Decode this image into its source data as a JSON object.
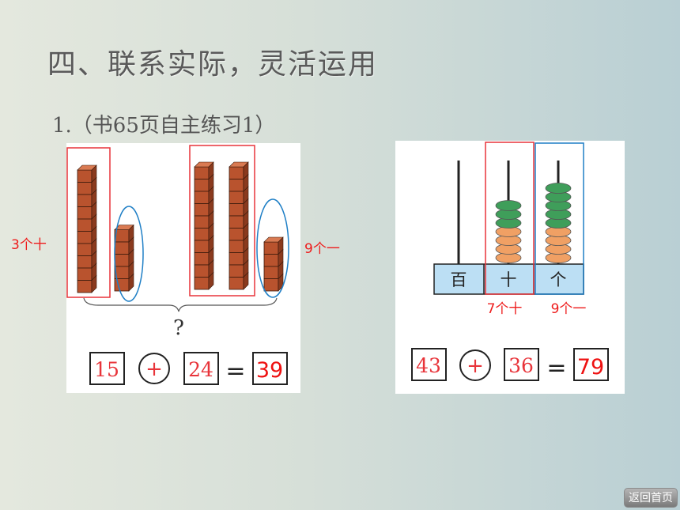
{
  "slide": {
    "title": "四、联系实际，灵活运用",
    "subtitle": "1.（书65页自主练习1）"
  },
  "left_problem": {
    "tens_note": "3个十",
    "ones_note": "9个一",
    "question_mark": "?",
    "addend1": "15",
    "operator": "+",
    "addend2": "24",
    "equals": "=",
    "answer": "39"
  },
  "right_problem": {
    "abacus_labels": [
      "百",
      "十",
      "个"
    ],
    "tens_beads": 7,
    "ones_beads": 9,
    "tens_note": "7个十",
    "ones_note": "9个一",
    "addend1": "43",
    "operator": "+",
    "addend2": "36",
    "equals": "=",
    "answer": "79"
  },
  "colors": {
    "block": "#b9532e",
    "bead_green": "#3f9e5a",
    "bead_orange": "#f0a064",
    "highlight_red": "#e8343a",
    "highlight_blue": "#1f7fc6",
    "abacus_base": "#bcdff4"
  },
  "nav": {
    "home_label": "返回首页"
  }
}
